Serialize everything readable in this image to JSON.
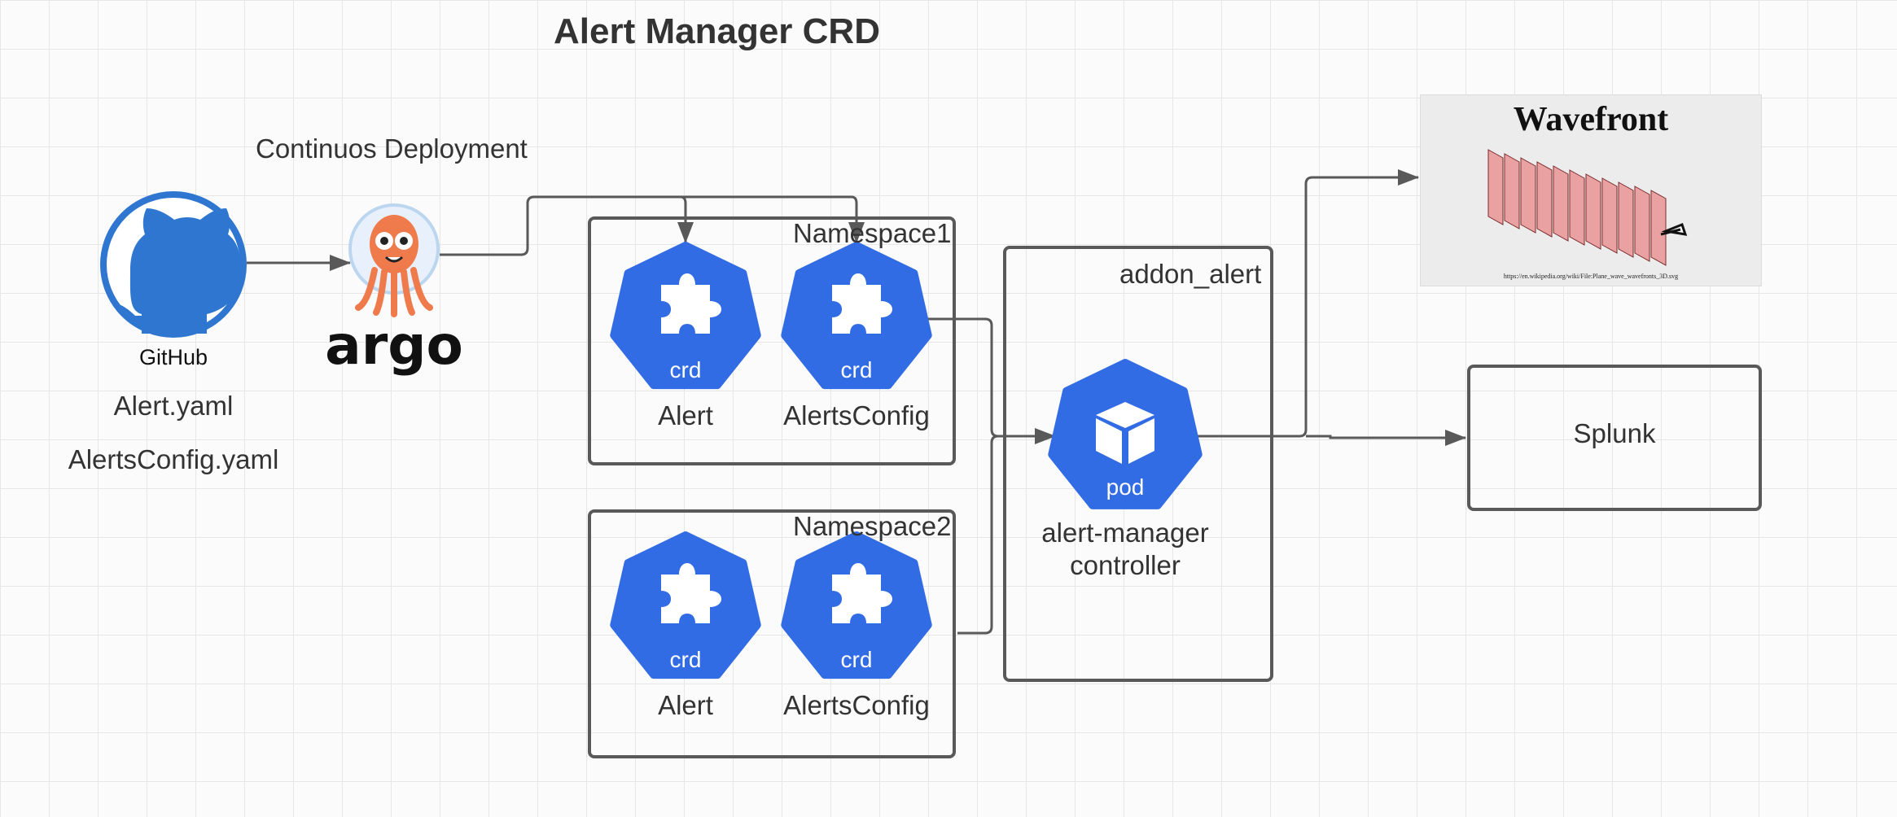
{
  "title": "Alert Manager CRD",
  "cd_label": "Continuos Deployment",
  "github": {
    "label": "GitHub",
    "files": [
      "Alert.yaml",
      "AlertsConfig.yaml"
    ]
  },
  "argo": {
    "logo_text": "argo"
  },
  "namespace1": {
    "label": "Namespace1",
    "items": [
      {
        "badge": "crd",
        "label": "Alert"
      },
      {
        "badge": "crd",
        "label": "AlertsConfig"
      }
    ]
  },
  "namespace2": {
    "label": "Namespace2",
    "items": [
      {
        "badge": "crd",
        "label": "Alert"
      },
      {
        "badge": "crd",
        "label": "AlertsConfig"
      }
    ]
  },
  "addon": {
    "label": "addon_alert",
    "pod_badge": "pod",
    "controller_line1": "alert-manager",
    "controller_line2": "controller"
  },
  "wavefront": {
    "title": "Wavefront",
    "caption": "https://en.wikipedia.org/wiki/File:Plane_wave_wavefronts_3D.svg"
  },
  "splunk": {
    "label": "Splunk"
  },
  "colors": {
    "k8s_blue": "#326ce5",
    "github_blue": "#2e76d0",
    "argo_orange": "#ef7b4d",
    "line": "#595959"
  }
}
